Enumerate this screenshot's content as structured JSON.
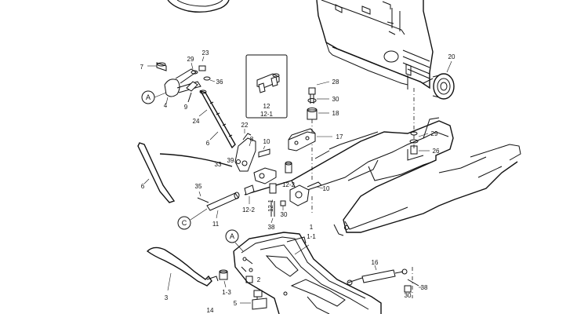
{
  "callouts": [
    {
      "id": "c7",
      "text": "7"
    },
    {
      "id": "c29a",
      "text": "29"
    },
    {
      "id": "c23",
      "text": "23"
    },
    {
      "id": "c36",
      "text": "36"
    },
    {
      "id": "c4",
      "text": "4"
    },
    {
      "id": "c9",
      "text": "9"
    },
    {
      "id": "c24",
      "text": "24"
    },
    {
      "id": "c6a",
      "text": "6"
    },
    {
      "id": "c22",
      "text": "22"
    },
    {
      "id": "c8",
      "text": "8"
    },
    {
      "id": "c10a",
      "text": "10"
    },
    {
      "id": "c33",
      "text": "33"
    },
    {
      "id": "c39",
      "text": "39"
    },
    {
      "id": "c6b",
      "text": "6"
    },
    {
      "id": "c35",
      "text": "35"
    },
    {
      "id": "c11",
      "text": "11"
    },
    {
      "id": "c12-2a",
      "text": "12-2"
    },
    {
      "id": "c12-1b",
      "text": "12-1"
    },
    {
      "id": "c38a",
      "text": "38"
    },
    {
      "id": "c30a",
      "text": "30"
    },
    {
      "id": "c12-2b",
      "text": "12-2"
    },
    {
      "id": "c10b",
      "text": "10"
    },
    {
      "id": "c12",
      "text": "12"
    },
    {
      "id": "c12-1",
      "text": "12-1"
    },
    {
      "id": "c28",
      "text": "28"
    },
    {
      "id": "c30b",
      "text": "30"
    },
    {
      "id": "c18",
      "text": "18"
    },
    {
      "id": "c17",
      "text": "17"
    },
    {
      "id": "c20",
      "text": "20"
    },
    {
      "id": "c29b",
      "text": "29"
    },
    {
      "id": "c26",
      "text": "26"
    },
    {
      "id": "c1",
      "text": "1"
    },
    {
      "id": "c1-1",
      "text": "1-1"
    },
    {
      "id": "c16",
      "text": "16"
    },
    {
      "id": "c38b",
      "text": "38"
    },
    {
      "id": "c30c",
      "text": "30"
    },
    {
      "id": "c3",
      "text": "3"
    },
    {
      "id": "c1-3",
      "text": "1-3"
    },
    {
      "id": "c2",
      "text": "2"
    },
    {
      "id": "c5",
      "text": "5"
    },
    {
      "id": "c14",
      "text": "14"
    }
  ],
  "refs": {
    "a_top": "A",
    "a_bottom": "A",
    "c_ref": "C"
  }
}
